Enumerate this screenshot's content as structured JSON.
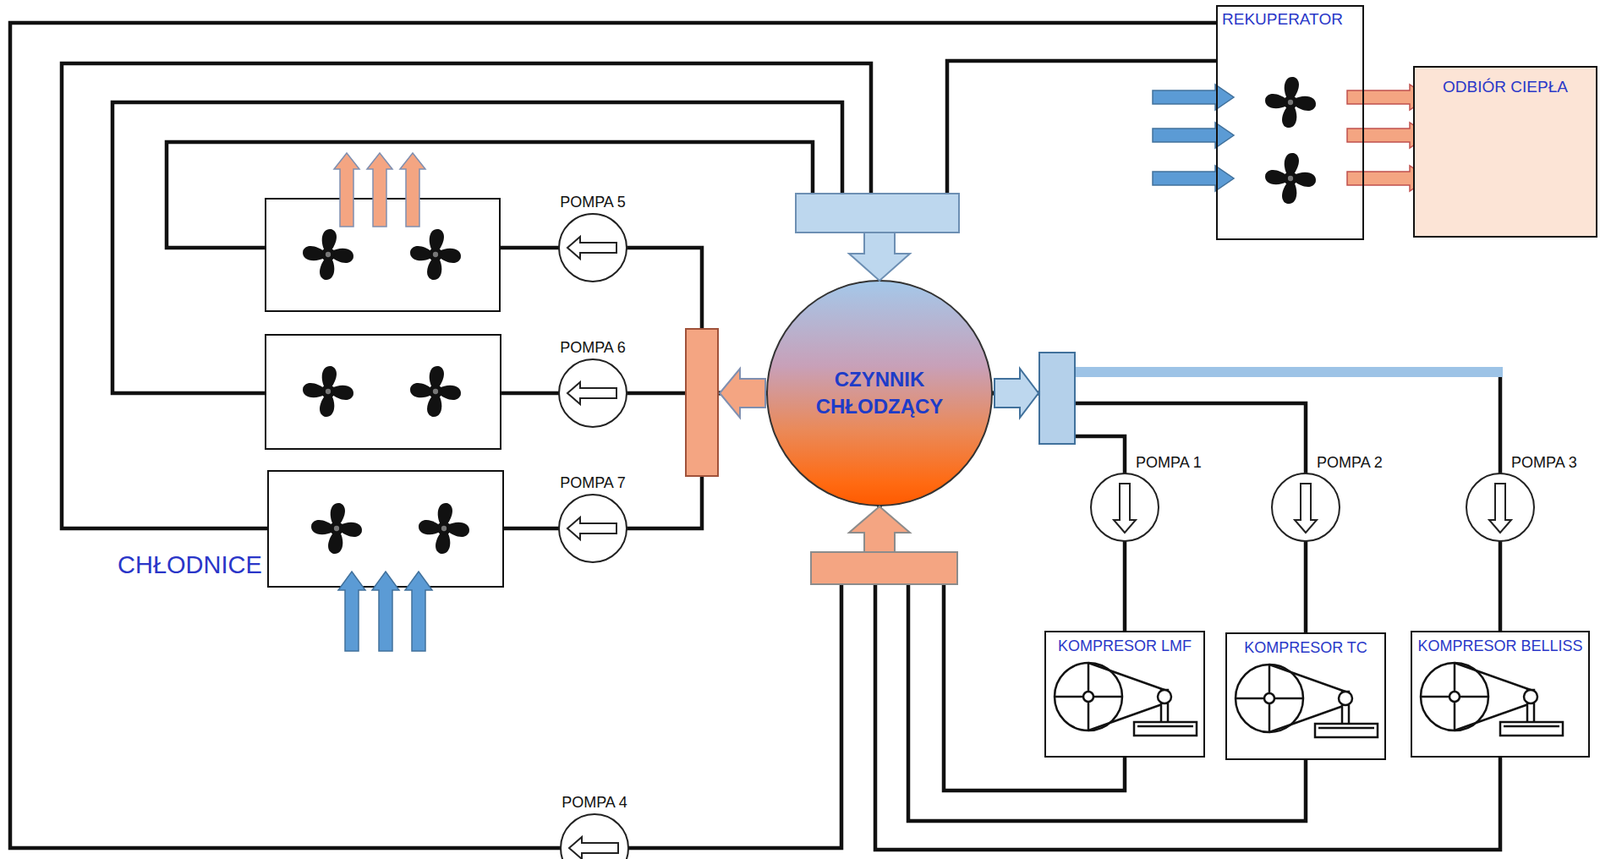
{
  "diagram": {
    "nodes": [
      {
        "text": [
          "REKUPERATOR"
        ]
      },
      {
        "text": [
          "ODBIÓR CIEPŁA"
        ]
      },
      {
        "text": [
          "POMPA 5"
        ]
      },
      {
        "text": [
          "POMPA 6"
        ]
      },
      {
        "text": [
          "CZYNNIK CHŁODZĄCY"
        ]
      },
      {
        "text": [
          "POMPA 7"
        ]
      },
      {
        "text": [
          "POMPA 1"
        ]
      },
      {
        "text": [
          "POMPA 2"
        ]
      },
      {
        "text": [
          "POMPA 3"
        ]
      },
      {
        "text": [
          "KOMPRESOR LMF"
        ]
      },
      {
        "text": [
          "KOMPRESOR TC"
        ]
      },
      {
        "text": [
          "KOMPRESOR BELLISS"
        ]
      },
      {
        "text": [
          "POMPA 4"
        ]
      }
    ],
    "edges": [
      {
        "from": 12,
        "to": 0,
        "arrow": "none"
      },
      {
        "from": 0,
        "to": 4,
        "arrow": "none"
      },
      {
        "from": 4,
        "to": 2,
        "arrow": "none"
      },
      {
        "from": 4,
        "to": 3,
        "arrow": "none"
      },
      {
        "from": 4,
        "to": 5,
        "arrow": "none"
      },
      {
        "from": 4,
        "to": 6,
        "arrow": "none"
      },
      {
        "from": 4,
        "to": 7,
        "arrow": "none"
      },
      {
        "from": 4,
        "to": 8,
        "arrow": "none"
      },
      {
        "from": 6,
        "to": 9,
        "arrow": "none"
      },
      {
        "from": 7,
        "to": 10,
        "arrow": "none"
      },
      {
        "from": 8,
        "to": 11,
        "arrow": "none"
      },
      {
        "from": 9,
        "to": 4,
        "arrow": "none"
      },
      {
        "from": 10,
        "to": 4,
        "arrow": "none"
      },
      {
        "from": 11,
        "to": 4,
        "arrow": "none"
      },
      {
        "from": 4,
        "to": 12,
        "arrow": "none"
      }
    ],
    "labels": [
      "CHŁODNICE"
    ]
  }
}
